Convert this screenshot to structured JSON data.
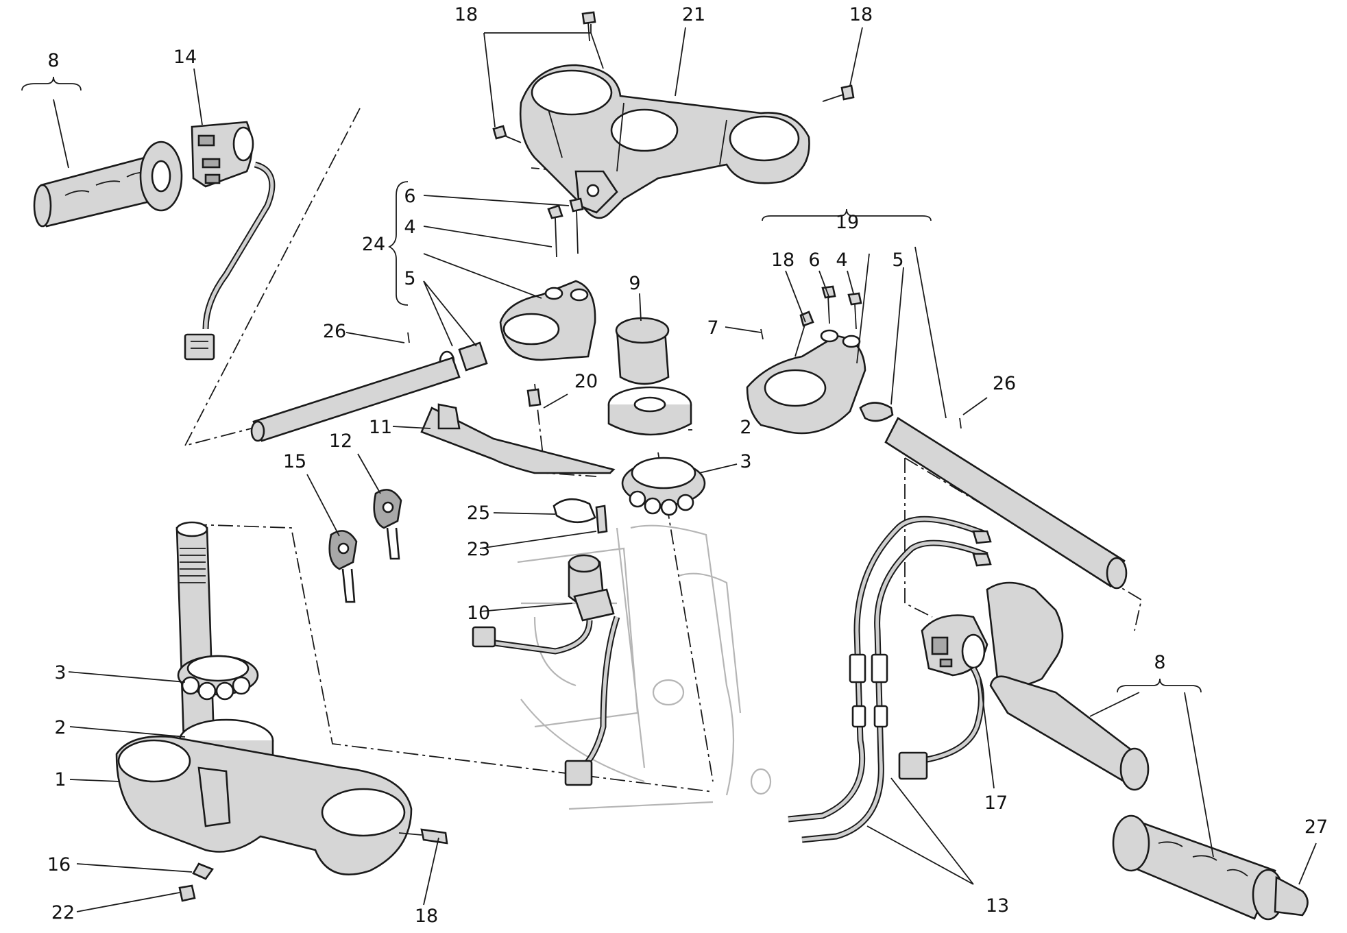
{
  "diagram": {
    "callouts": [
      {
        "id": "c8a",
        "text": "8"
      },
      {
        "id": "c14",
        "text": "14"
      },
      {
        "id": "c18a",
        "text": "18"
      },
      {
        "id": "c21",
        "text": "21"
      },
      {
        "id": "c18b",
        "text": "18"
      },
      {
        "id": "c6a",
        "text": "6"
      },
      {
        "id": "c4a",
        "text": "4"
      },
      {
        "id": "c24",
        "text": "24"
      },
      {
        "id": "c5a",
        "text": "5"
      },
      {
        "id": "c26a",
        "text": "26"
      },
      {
        "id": "c9",
        "text": "9"
      },
      {
        "id": "c20",
        "text": "20"
      },
      {
        "id": "c19",
        "text": "19"
      },
      {
        "id": "c18c",
        "text": "18"
      },
      {
        "id": "c6b",
        "text": "6"
      },
      {
        "id": "c4b",
        "text": "4"
      },
      {
        "id": "c5b",
        "text": "5"
      },
      {
        "id": "c7",
        "text": "7"
      },
      {
        "id": "c26b",
        "text": "26"
      },
      {
        "id": "c11",
        "text": "11"
      },
      {
        "id": "c2a",
        "text": "2"
      },
      {
        "id": "c3a",
        "text": "3"
      },
      {
        "id": "c15",
        "text": "15"
      },
      {
        "id": "c12",
        "text": "12"
      },
      {
        "id": "c25",
        "text": "25"
      },
      {
        "id": "c23",
        "text": "23"
      },
      {
        "id": "c10",
        "text": "10"
      },
      {
        "id": "c3b",
        "text": "3"
      },
      {
        "id": "c2b",
        "text": "2"
      },
      {
        "id": "c1",
        "text": "1"
      },
      {
        "id": "c16",
        "text": "16"
      },
      {
        "id": "c22",
        "text": "22"
      },
      {
        "id": "c18d",
        "text": "18"
      },
      {
        "id": "c8b",
        "text": "8"
      },
      {
        "id": "c17",
        "text": "17"
      },
      {
        "id": "c27",
        "text": "27"
      },
      {
        "id": "c13",
        "text": "13"
      }
    ]
  }
}
